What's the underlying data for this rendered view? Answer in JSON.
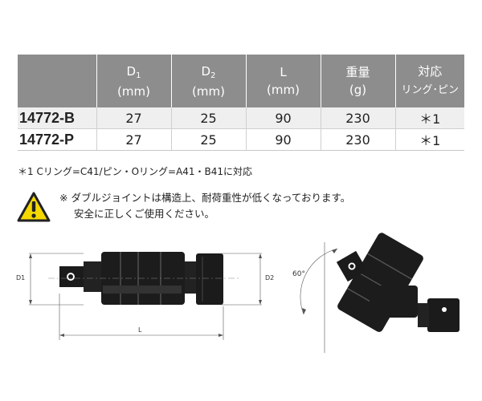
{
  "table": {
    "headers": [
      {
        "main": "",
        "sub": "",
        "unit": ""
      },
      {
        "main": "D",
        "sub": "1",
        "unit": "(mm)"
      },
      {
        "main": "D",
        "sub": "2",
        "unit": "(mm)"
      },
      {
        "main": "L",
        "sub": "",
        "unit": "(mm)"
      },
      {
        "main": "重量",
        "sub": "",
        "unit": "(g)"
      },
      {
        "main": "対応",
        "sub": "",
        "unit": "リング･ピン"
      }
    ],
    "rows": [
      {
        "model": "14772-B",
        "d1": "27",
        "d2": "25",
        "l": "90",
        "weight": "230",
        "ring_pin": "＊1"
      },
      {
        "model": "14772-P",
        "d1": "27",
        "d2": "25",
        "l": "90",
        "weight": "230",
        "ring_pin": "＊1"
      }
    ]
  },
  "footnote": "＊1  Cリング=C41/ピン・Oリング=A41・B41に対応",
  "warning": {
    "icon": "warning-triangle-icon",
    "line1": "※ ダブルジョイントは構造上、耐荷重性が低くなっております。",
    "line2": "安全に正しくご使用ください。",
    "colors": {
      "fill": "#f5d800",
      "border": "#222222"
    }
  },
  "diagram": {
    "label_d1": "D1",
    "label_d2": "D2",
    "label_l": "L",
    "label_angle": "60°"
  }
}
